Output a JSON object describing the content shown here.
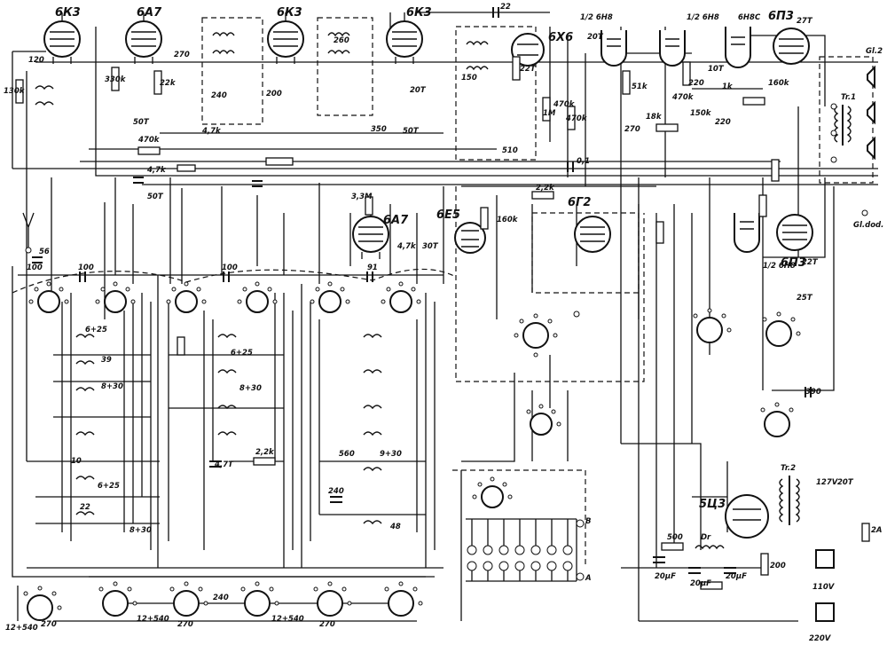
{
  "tubes": [
    {
      "id": "v1",
      "label": "6К3"
    },
    {
      "id": "v2",
      "label": "6А7"
    },
    {
      "id": "v3",
      "label": "6К3"
    },
    {
      "id": "v4",
      "label": "6К3"
    },
    {
      "id": "v5",
      "label": "6Х6"
    },
    {
      "id": "v6",
      "label": "1/2 6Н8"
    },
    {
      "id": "v7",
      "label": "1/2 6Н8"
    },
    {
      "id": "v8",
      "label": "6Н8С"
    },
    {
      "id": "v9",
      "label": "6П3"
    },
    {
      "id": "v10",
      "label": "6А7"
    },
    {
      "id": "v11",
      "label": "6Е5"
    },
    {
      "id": "v12",
      "label": "6Г2"
    },
    {
      "id": "v13",
      "label": "1/2 6Н8"
    },
    {
      "id": "v14",
      "label": "6П3"
    },
    {
      "id": "v15",
      "label": "5Ц3"
    }
  ],
  "components": {
    "top": [
      "120",
      "130k",
      "330k",
      "22k",
      "270",
      "50T",
      "470k",
      "4,7k",
      "50T",
      "200",
      "4,7k",
      "240",
      "260",
      "20T",
      "350",
      "50T",
      "22",
      "1M",
      "150",
      "510",
      "22T",
      "0,1",
      "470k",
      "470k",
      "2,2k",
      "20T",
      "51k",
      "18k",
      "270",
      "150k",
      "470k",
      "220",
      "10T",
      "1k",
      "160k",
      "27T",
      "220"
    ],
    "mid": [
      "3,3M",
      "160k",
      "4,7k",
      "30T",
      "100",
      "100",
      "91",
      "56",
      "100",
      "6+25",
      "39",
      "8+30",
      "8+30",
      "10",
      "6+25",
      "8+30",
      "6+25",
      "22",
      "4,7T",
      "2,2k",
      "560",
      "240",
      "9+30",
      "48",
      "25T",
      "22T",
      "390"
    ],
    "bottom": [
      "12+540",
      "270",
      "12+540",
      "12+540",
      "270",
      "270",
      "240",
      "500",
      "Dr",
      "20μF",
      "20μF",
      "20μF",
      "200",
      "Tr.2",
      "127V",
      "20T",
      "2A",
      "110V",
      "220V"
    ]
  },
  "labels": {
    "transformer1": "Tr.1",
    "output": "Gl.dod.",
    "speakers": "Gl.2",
    "point_b": "B",
    "point_a": "A"
  }
}
